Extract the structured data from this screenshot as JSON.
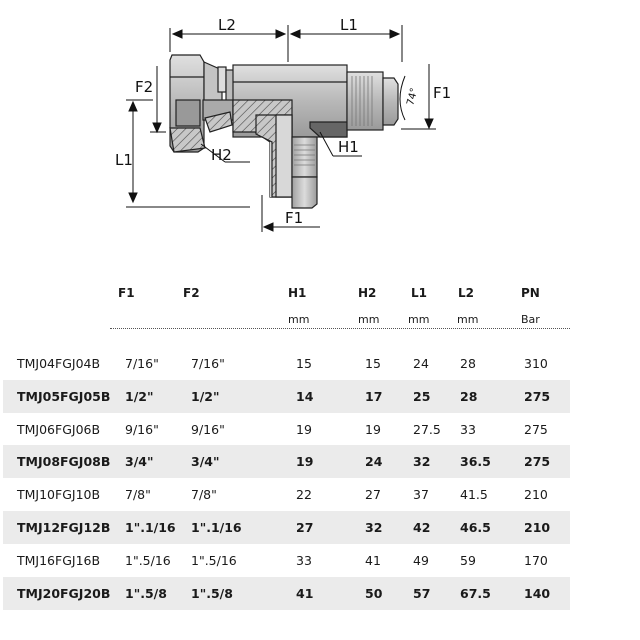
{
  "drawing": {
    "labels": {
      "L2": "L2",
      "L1_top": "L1",
      "F2": "F2",
      "F1_right": "F1",
      "L1_left": "L1",
      "H2": "H2",
      "H1": "H1",
      "F1_bottom": "F1",
      "angle": "74°"
    }
  },
  "table": {
    "headers": [
      "F1",
      "F2",
      "H1",
      "H2",
      "L1",
      "L2",
      "PN"
    ],
    "units": [
      "",
      "",
      "mm",
      "mm",
      "mm",
      "mm",
      "Bar"
    ],
    "rows": [
      {
        "code": "TMJ04FGJ04B",
        "f1": "7/16\"",
        "f2": "7/16\"",
        "h1": "15",
        "h2": "15",
        "l1": "24",
        "l2": "28",
        "pn": "310"
      },
      {
        "code": "TMJ05FGJ05B",
        "f1": "1/2\"",
        "f2": "1/2\"",
        "h1": "14",
        "h2": "17",
        "l1": "25",
        "l2": "28",
        "pn": "275"
      },
      {
        "code": "TMJ06FGJ06B",
        "f1": "9/16\"",
        "f2": "9/16\"",
        "h1": "19",
        "h2": "19",
        "l1": "27.5",
        "l2": "33",
        "pn": "275"
      },
      {
        "code": "TMJ08FGJ08B",
        "f1": "3/4\"",
        "f2": "3/4\"",
        "h1": "19",
        "h2": "24",
        "l1": "32",
        "l2": "36.5",
        "pn": "275"
      },
      {
        "code": "TMJ10FGJ10B",
        "f1": "7/8\"",
        "f2": "7/8\"",
        "h1": "22",
        "h2": "27",
        "l1": "37",
        "l2": "41.5",
        "pn": "210"
      },
      {
        "code": "TMJ12FGJ12B",
        "f1": "1\".1/16",
        "f2": "1\".1/16",
        "h1": "27",
        "h2": "32",
        "l1": "42",
        "l2": "46.5",
        "pn": "210"
      },
      {
        "code": "TMJ16FGJ16B",
        "f1": "1\".5/16",
        "f2": "1\".5/16",
        "h1": "33",
        "h2": "41",
        "l1": "49",
        "l2": "59",
        "pn": "170"
      },
      {
        "code": "TMJ20FGJ20B",
        "f1": "1\".5/8",
        "f2": "1\".5/8",
        "h1": "41",
        "h2": "50",
        "l1": "57",
        "l2": "67.5",
        "pn": "140"
      }
    ]
  }
}
